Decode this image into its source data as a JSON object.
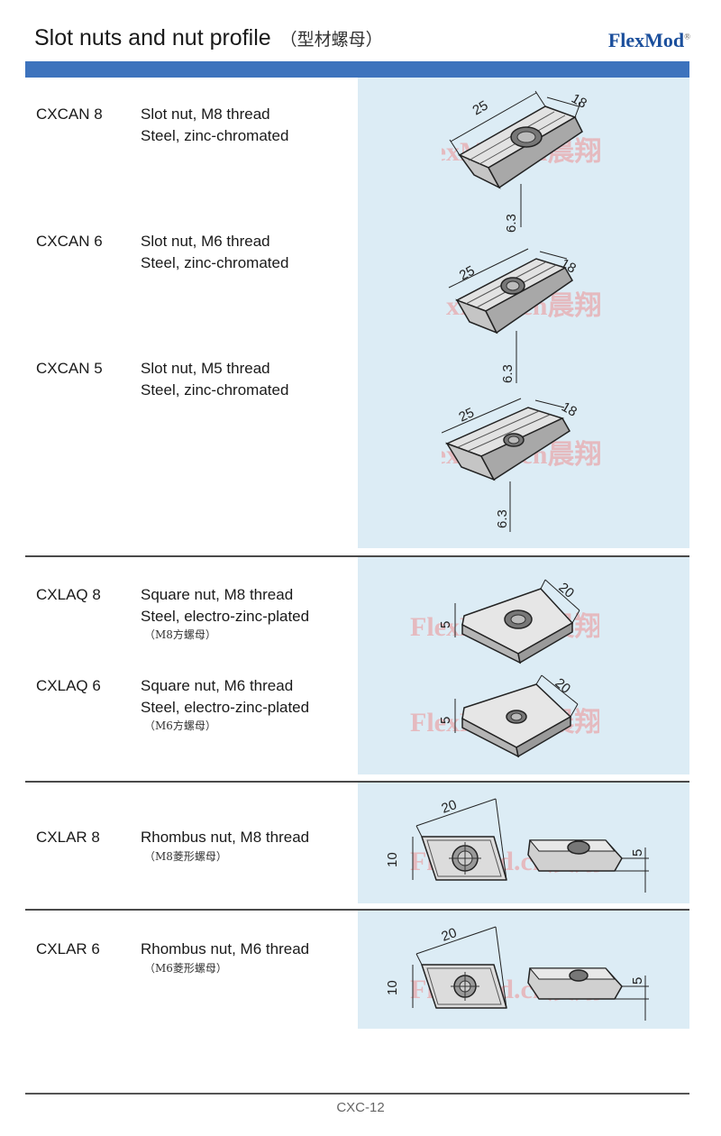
{
  "header": {
    "title": "Slot nuts and nut profile",
    "title_cn": "（型材螺母）",
    "brand": "FlexMod",
    "brand_mark": "®"
  },
  "watermark": "FlexMod.cn晨翔",
  "products": [
    {
      "code": "CXCAN 8",
      "line1": "Slot nut, M8 thread",
      "line2": "Steel, zinc-chromated"
    },
    {
      "code": "CXCAN 6",
      "line1": "Slot nut, M6 thread",
      "line2": "Steel, zinc-chromated"
    },
    {
      "code": "CXCAN 5",
      "line1": "Slot nut, M5 thread",
      "line2": "Steel, zinc-chromated"
    },
    {
      "code": "CXLAQ 8",
      "line1": "Square nut, M8 thread",
      "line2": "Steel, electro-zinc-plated",
      "cn": "（M8方螺母）"
    },
    {
      "code": "CXLAQ 6",
      "line1": "Square nut, M6 thread",
      "line2": "Steel, electro-zinc-plated",
      "cn": "（M6方螺母）"
    },
    {
      "code": "CXLAR 8",
      "line1": "Rhombus nut, M8 thread",
      "cn": "（M8菱形螺母）"
    },
    {
      "code": "CXLAR 6",
      "line1": "Rhombus nut, M6 thread",
      "cn": "（M6菱形螺母）"
    }
  ],
  "dimensions": {
    "slot_length": "25",
    "slot_width": "18",
    "slot_height": "6.3",
    "square_width": "20",
    "square_height": "5",
    "rhombus_length": "20",
    "rhombus_width": "10",
    "rhombus_height": "5"
  },
  "footer": {
    "page": "CXC-12"
  }
}
